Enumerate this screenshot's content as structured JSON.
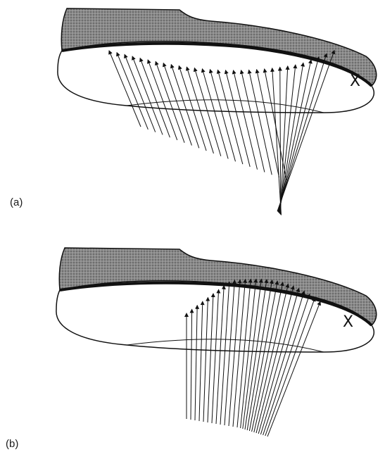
{
  "panels": {
    "a": {
      "label": "(a)",
      "marker": "X"
    },
    "b": {
      "label": "(b)",
      "marker": "X"
    }
  },
  "colors": {
    "ink": "#111111",
    "upper": "#7a7a7a",
    "sole": "#ffffff"
  }
}
